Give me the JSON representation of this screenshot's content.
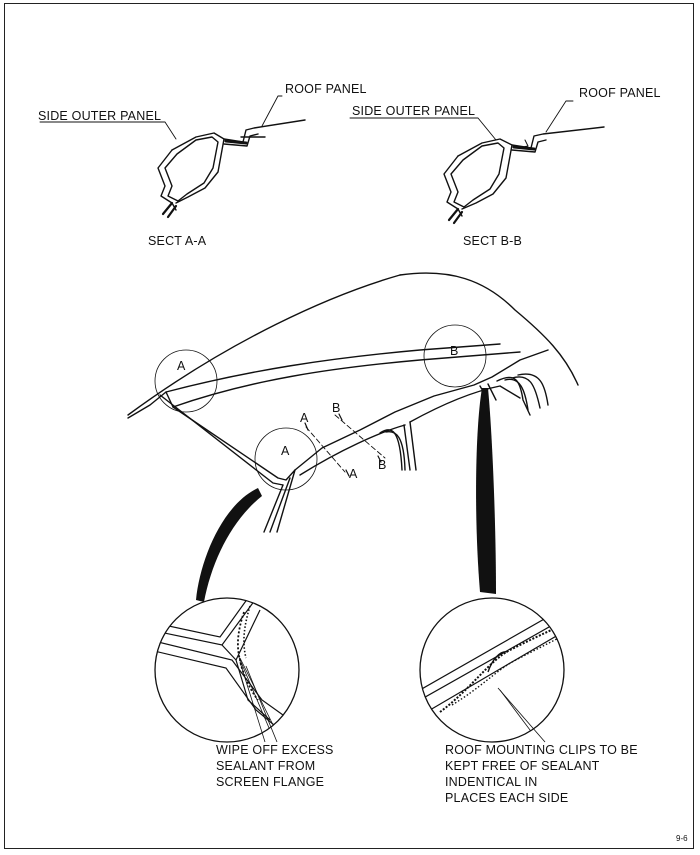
{
  "sections": {
    "a": {
      "side_outer_label": "SIDE OUTER PANEL",
      "roof_label": "ROOF PANEL",
      "title": "SECT A-A"
    },
    "b": {
      "side_outer_label": "SIDE OUTER PANEL",
      "roof_label": "ROOF PANEL",
      "title": "SECT B-B"
    }
  },
  "callouts": {
    "circle_a_left": "A",
    "circle_a_right": "A",
    "circle_b": "B",
    "cut_a_top": "A",
    "cut_a_bottom": "A",
    "cut_b_top": "B",
    "cut_b_bottom": "B"
  },
  "notes": {
    "left": [
      "WIPE OFF EXCESS",
      "SEALANT FROM",
      "SCREEN FLANGE"
    ],
    "right": [
      "ROOF MOUNTING CLIPS TO BE",
      "KEPT FREE  OF SEALANT",
      "INDENTICAL IN",
      "PLACES EACH SIDE"
    ]
  },
  "page_number": "9-6"
}
